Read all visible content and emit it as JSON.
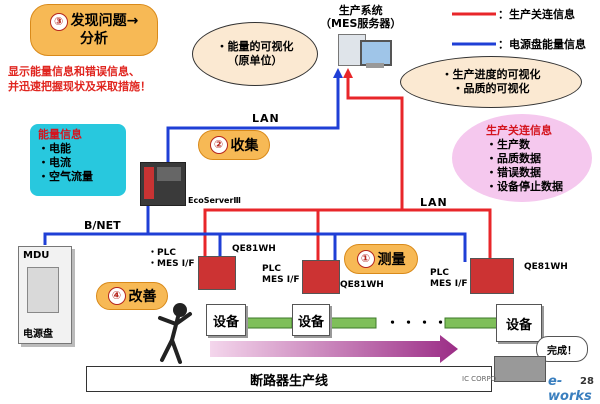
{
  "legend": {
    "red_label": "：生产关连信息",
    "blue_label": "：电源盘能量信息",
    "red_color": "#e8262a",
    "blue_color": "#1f3fd6"
  },
  "mes": {
    "title_line1": "生产系统",
    "title_line2": "（MES服务器）"
  },
  "ellipse_energy": {
    "line1": "・能量的可视化",
    "line2": "（原单位）"
  },
  "ellipse_progress": {
    "line1": "・生产进度的可视化",
    "line2": "・品质的可视化"
  },
  "step3": {
    "num": "③",
    "line1": "发现问题→",
    "line2": "分析"
  },
  "step3_desc": {
    "line1": "显示能量信息和错误信息、",
    "line2": "并迅速把握现状及采取措施！"
  },
  "energy_info": {
    "title": "能量信息",
    "items": [
      "・电能",
      "・电流",
      "・空气流量"
    ]
  },
  "step2": {
    "num": "②",
    "label": "收集"
  },
  "ecoserver_label": "EcoServerⅢ",
  "lan_label_top": "LAN",
  "lan_label_right": "LAN",
  "bnet_label": "B/NET",
  "prod_info": {
    "title": "生产关连信息",
    "items": [
      "・生产数",
      "・品质数据",
      "・错误数据",
      "・设备停止数据"
    ]
  },
  "mdu": {
    "top": "MDU",
    "bottom": "电源盘"
  },
  "plc_labels": {
    "left_line1": "・PLC",
    "left_line2": "・MES I/F",
    "mid_line1": "PLC",
    "mid_line2": "MES I/F",
    "right_line1": "PLC",
    "right_line2": "MES I/F"
  },
  "qe_labels": [
    "QE81WH",
    "QE81WH",
    "QE81WH"
  ],
  "step1": {
    "num": "①",
    "label": "测量"
  },
  "step4": {
    "num": "④",
    "label": "改善"
  },
  "equipment_label": "设备",
  "dots": "・・・・",
  "line_name": "断路器生产线",
  "done_label": "完成！",
  "watermark": "e-works",
  "page_number": "28",
  "corp_text": "IC CORPO"
}
